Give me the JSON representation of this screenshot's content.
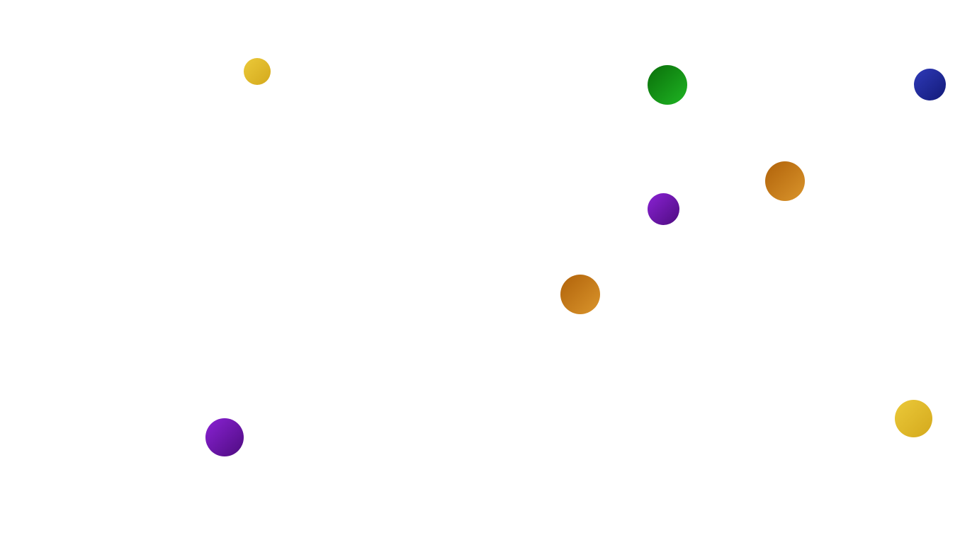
{
  "palette": {
    "yellow": {
      "light": "#ebc93a",
      "dark": "#d4a91c"
    },
    "green": {
      "light": "#1fb523",
      "dark": "#0a6e0a"
    },
    "blue": {
      "light": "#2f3ab8",
      "dark": "#121a78"
    },
    "orange": {
      "light": "#da952c",
      "dark": "#b0620a"
    },
    "purple": {
      "light": "#8a22d4",
      "dark": "#4e0c80"
    }
  },
  "balls": [
    {
      "id": "ball-1",
      "color": "yellow",
      "gradient": "light-to-dark"
    },
    {
      "id": "ball-2",
      "color": "green",
      "gradient": "dark-to-light"
    },
    {
      "id": "ball-3",
      "color": "blue",
      "gradient": "light-to-dark"
    },
    {
      "id": "ball-4",
      "color": "orange",
      "gradient": "dark-to-light"
    },
    {
      "id": "ball-5",
      "color": "purple",
      "gradient": "light-to-dark"
    },
    {
      "id": "ball-6",
      "color": "orange",
      "gradient": "dark-to-light"
    },
    {
      "id": "ball-7",
      "color": "yellow",
      "gradient": "light-to-dark"
    },
    {
      "id": "ball-8",
      "color": "purple",
      "gradient": "light-to-dark"
    }
  ]
}
